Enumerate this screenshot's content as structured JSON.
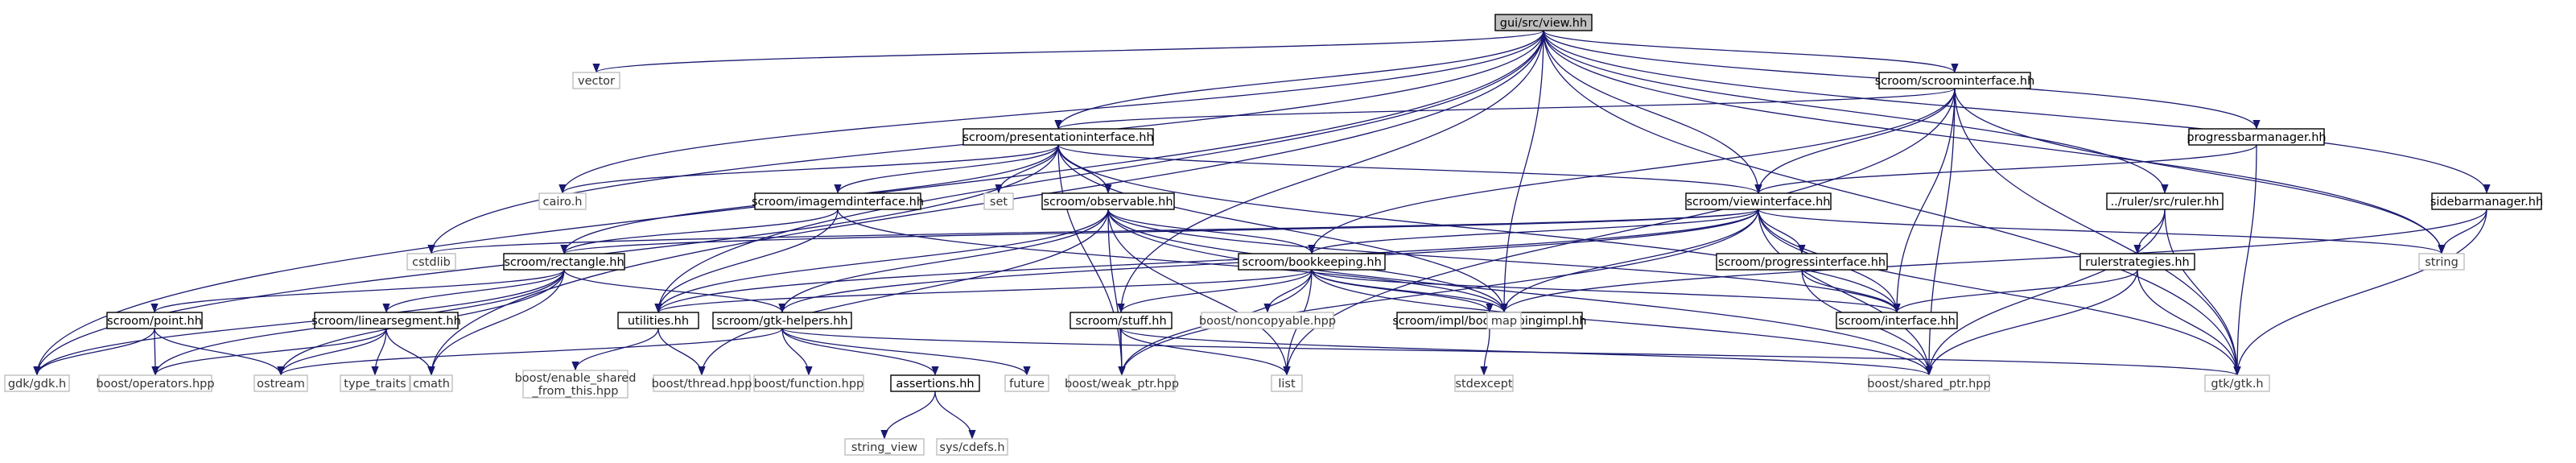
{
  "diagram": {
    "root": "gui/src/view.hh",
    "nodes": [
      {
        "id": "view",
        "label": "gui/src/view.hh",
        "kind": "root"
      },
      {
        "id": "vector",
        "label": "vector",
        "kind": "system"
      },
      {
        "id": "scroominterface",
        "label": "scroom/scroominterface.hh",
        "kind": "project"
      },
      {
        "id": "presentationinterface",
        "label": "scroom/presentationinterface.hh",
        "kind": "project"
      },
      {
        "id": "progressbarmanager",
        "label": "progressbarmanager.hh",
        "kind": "project"
      },
      {
        "id": "viewinterface",
        "label": "scroom/viewinterface.hh",
        "kind": "project"
      },
      {
        "id": "ruler",
        "label": "../ruler/src/ruler.hh",
        "kind": "project"
      },
      {
        "id": "sidebarmanager",
        "label": "sidebarmanager.hh",
        "kind": "project"
      },
      {
        "id": "cairo",
        "label": "cairo.h",
        "kind": "system"
      },
      {
        "id": "set",
        "label": "set",
        "kind": "system"
      },
      {
        "id": "imagemdinterface",
        "label": "scroom/imagemdinterface.hh",
        "kind": "project"
      },
      {
        "id": "observable",
        "label": "scroom/observable.hh",
        "kind": "project"
      },
      {
        "id": "cstdlib",
        "label": "cstdlib",
        "kind": "system"
      },
      {
        "id": "rectangle",
        "label": "scroom/rectangle.hh",
        "kind": "project"
      },
      {
        "id": "bookkeeping",
        "label": "scroom/bookkeeping.hh",
        "kind": "project"
      },
      {
        "id": "progressinterface",
        "label": "scroom/progressinterface.hh",
        "kind": "project"
      },
      {
        "id": "rulerstrategies",
        "label": "rulerstrategies.hh",
        "kind": "project"
      },
      {
        "id": "string",
        "label": "string",
        "kind": "system"
      },
      {
        "id": "point",
        "label": "scroom/point.hh",
        "kind": "project"
      },
      {
        "id": "linearsegment",
        "label": "scroom/linearsegment.hh",
        "kind": "project"
      },
      {
        "id": "utilities",
        "label": "utilities.hh",
        "kind": "project"
      },
      {
        "id": "gtkhelpers",
        "label": "scroom/gtk-helpers.hh",
        "kind": "project"
      },
      {
        "id": "stuff",
        "label": "scroom/stuff.hh",
        "kind": "project"
      },
      {
        "id": "noncopyable",
        "label": "boost/noncopyable.hpp",
        "kind": "system"
      },
      {
        "id": "bookkeepingimpl",
        "label": "scroom/impl/bookkeepingimpl.hh",
        "kind": "project"
      },
      {
        "id": "map",
        "label": "map",
        "kind": "system"
      },
      {
        "id": "interface",
        "label": "scroom/interface.hh",
        "kind": "project"
      },
      {
        "id": "gdk",
        "label": "gdk/gdk.h",
        "kind": "system"
      },
      {
        "id": "operators",
        "label": "boost/operators.hpp",
        "kind": "system"
      },
      {
        "id": "ostream",
        "label": "ostream",
        "kind": "system"
      },
      {
        "id": "typetraits",
        "label": "type_traits",
        "kind": "system"
      },
      {
        "id": "cmath",
        "label": "cmath",
        "kind": "system"
      },
      {
        "id": "enableshared",
        "label": "boost/enable_shared\n_from_this.hpp",
        "kind": "system"
      },
      {
        "id": "thread",
        "label": "boost/thread.hpp",
        "kind": "system"
      },
      {
        "id": "function",
        "label": "boost/function.hpp",
        "kind": "system"
      },
      {
        "id": "assertions",
        "label": "assertions.hh",
        "kind": "project"
      },
      {
        "id": "future",
        "label": "future",
        "kind": "system"
      },
      {
        "id": "weakptr",
        "label": "boost/weak_ptr.hpp",
        "kind": "system"
      },
      {
        "id": "list",
        "label": "list",
        "kind": "system"
      },
      {
        "id": "stdexcept",
        "label": "stdexcept",
        "kind": "system"
      },
      {
        "id": "sharedptr",
        "label": "boost/shared_ptr.hpp",
        "kind": "system"
      },
      {
        "id": "gtk",
        "label": "gtk/gtk.h",
        "kind": "system"
      },
      {
        "id": "stringview",
        "label": "string_view",
        "kind": "system"
      },
      {
        "id": "syscdefs",
        "label": "sys/cdefs.h",
        "kind": "system"
      }
    ],
    "edges": [
      [
        "view",
        "vector"
      ],
      [
        "view",
        "scroominterface"
      ],
      [
        "view",
        "presentationinterface"
      ],
      [
        "view",
        "progressbarmanager"
      ],
      [
        "view",
        "viewinterface"
      ],
      [
        "view",
        "ruler"
      ],
      [
        "view",
        "sidebarmanager"
      ],
      [
        "view",
        "cairo"
      ],
      [
        "view",
        "cstdlib"
      ],
      [
        "view",
        "utilities"
      ],
      [
        "view",
        "stuff"
      ],
      [
        "view",
        "map"
      ],
      [
        "view",
        "gdk"
      ],
      [
        "view",
        "cmath"
      ],
      [
        "view",
        "string"
      ],
      [
        "view",
        "gtk"
      ],
      [
        "scroominterface",
        "presentationinterface"
      ],
      [
        "scroominterface",
        "viewinterface"
      ],
      [
        "scroominterface",
        "interface"
      ],
      [
        "scroominterface",
        "bookkeeping"
      ],
      [
        "scroominterface",
        "string"
      ],
      [
        "scroominterface",
        "gtk"
      ],
      [
        "scroominterface",
        "sharedptr"
      ],
      [
        "scroominterface",
        "list"
      ],
      [
        "presentationinterface",
        "cairo"
      ],
      [
        "presentationinterface",
        "set"
      ],
      [
        "presentationinterface",
        "imagemdinterface"
      ],
      [
        "presentationinterface",
        "observable"
      ],
      [
        "presentationinterface",
        "viewinterface"
      ],
      [
        "presentationinterface",
        "rectangle"
      ],
      [
        "presentationinterface",
        "interface"
      ],
      [
        "presentationinterface",
        "map"
      ],
      [
        "presentationinterface",
        "gdk"
      ],
      [
        "presentationinterface",
        "weakptr"
      ],
      [
        "progressbarmanager",
        "viewinterface"
      ],
      [
        "progressbarmanager",
        "gtk"
      ],
      [
        "viewinterface",
        "cstdlib"
      ],
      [
        "viewinterface",
        "rectangle"
      ],
      [
        "viewinterface",
        "bookkeeping"
      ],
      [
        "viewinterface",
        "progressinterface"
      ],
      [
        "viewinterface",
        "interface"
      ],
      [
        "viewinterface",
        "string"
      ],
      [
        "viewinterface",
        "gtk"
      ],
      [
        "viewinterface",
        "map"
      ],
      [
        "viewinterface",
        "sharedptr"
      ],
      [
        "viewinterface",
        "utilities"
      ],
      [
        "viewinterface",
        "gtkhelpers"
      ],
      [
        "viewinterface",
        "weakptr"
      ],
      [
        "ruler",
        "rulerstrategies"
      ],
      [
        "ruler",
        "gtk"
      ],
      [
        "ruler",
        "sharedptr"
      ],
      [
        "sidebarmanager",
        "string"
      ],
      [
        "sidebarmanager",
        "gtk"
      ],
      [
        "sidebarmanager",
        "map"
      ],
      [
        "imagemdinterface",
        "rectangle"
      ],
      [
        "imagemdinterface",
        "map"
      ],
      [
        "imagemdinterface",
        "utilities"
      ],
      [
        "observable",
        "bookkeeping"
      ],
      [
        "observable",
        "utilities"
      ],
      [
        "observable",
        "gtkhelpers"
      ],
      [
        "observable",
        "interface"
      ],
      [
        "observable",
        "list"
      ],
      [
        "observable",
        "map"
      ],
      [
        "observable",
        "weakptr"
      ],
      [
        "observable",
        "sharedptr"
      ],
      [
        "observable",
        "thread"
      ],
      [
        "rectangle",
        "point"
      ],
      [
        "rectangle",
        "linearsegment"
      ],
      [
        "rectangle",
        "gtkhelpers"
      ],
      [
        "rectangle",
        "gdk"
      ],
      [
        "rectangle",
        "operators"
      ],
      [
        "rectangle",
        "ostream"
      ],
      [
        "rectangle",
        "cmath"
      ],
      [
        "bookkeeping",
        "noncopyable"
      ],
      [
        "bookkeeping",
        "bookkeepingimpl"
      ],
      [
        "bookkeeping",
        "stuff"
      ],
      [
        "bookkeeping",
        "map"
      ],
      [
        "bookkeeping",
        "list"
      ],
      [
        "bookkeeping",
        "utilities"
      ],
      [
        "bookkeeping",
        "sharedptr"
      ],
      [
        "bookkeeping",
        "weakptr"
      ],
      [
        "bookkeeping",
        "interface"
      ],
      [
        "progressinterface",
        "interface"
      ],
      [
        "progressinterface",
        "sharedptr"
      ],
      [
        "rulerstrategies",
        "interface"
      ],
      [
        "rulerstrategies",
        "gtk"
      ],
      [
        "rulerstrategies",
        "sharedptr"
      ],
      [
        "point",
        "gdk"
      ],
      [
        "point",
        "operators"
      ],
      [
        "point",
        "ostream"
      ],
      [
        "linearsegment",
        "operators"
      ],
      [
        "linearsegment",
        "ostream"
      ],
      [
        "linearsegment",
        "typetraits"
      ],
      [
        "linearsegment",
        "cmath"
      ],
      [
        "utilities",
        "enableshared"
      ],
      [
        "utilities",
        "thread"
      ],
      [
        "gtkhelpers",
        "function"
      ],
      [
        "gtkhelpers",
        "assertions"
      ],
      [
        "gtkhelpers",
        "future"
      ],
      [
        "gtkhelpers",
        "gtk"
      ],
      [
        "gtkhelpers",
        "ostream"
      ],
      [
        "stuff",
        "list"
      ],
      [
        "stuff",
        "weakptr"
      ],
      [
        "stuff",
        "sharedptr"
      ],
      [
        "bookkeepingimpl",
        "stdexcept"
      ],
      [
        "assertions",
        "stringview"
      ],
      [
        "assertions",
        "syscdefs"
      ]
    ]
  }
}
